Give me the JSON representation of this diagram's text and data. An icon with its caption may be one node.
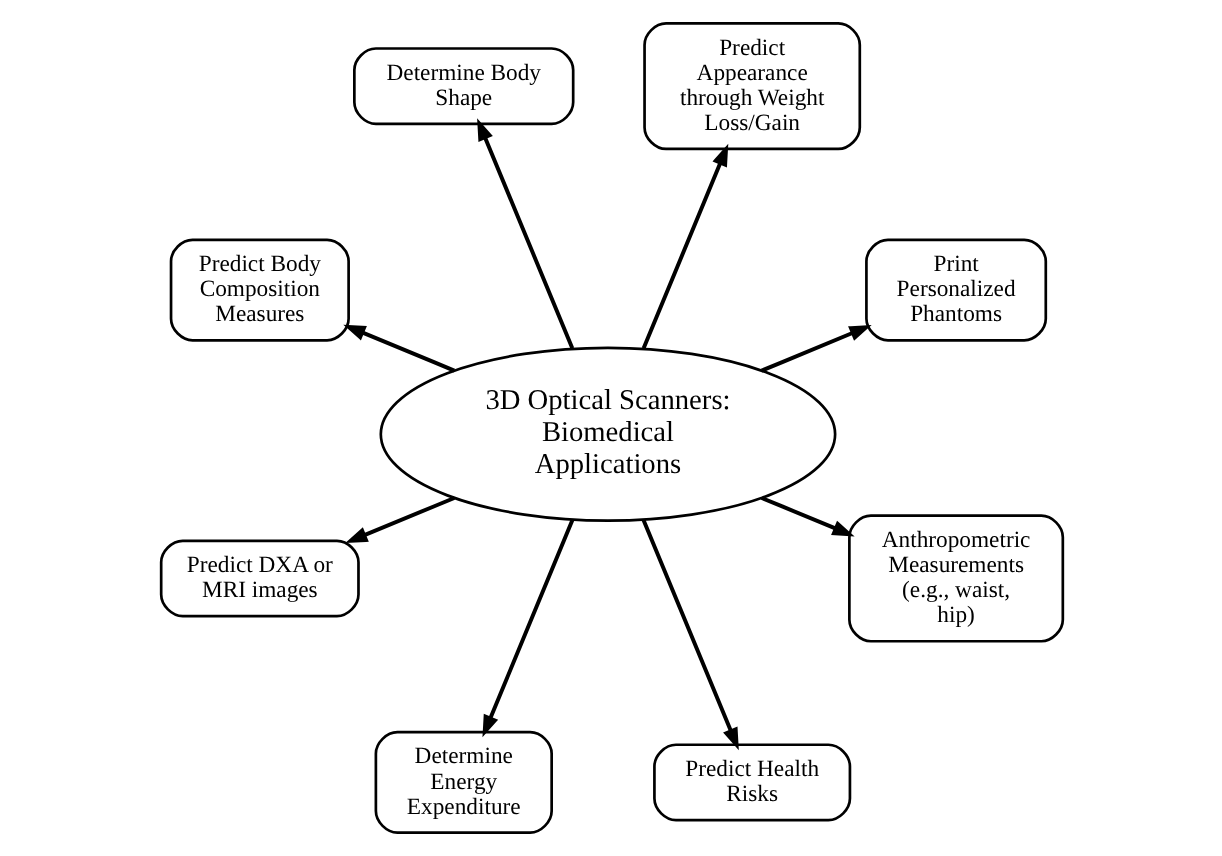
{
  "diagram": {
    "nodes": [
      {
        "text": [
          "3D Optical Scanners: Biomedical Applications"
        ]
      },
      {
        "text": [
          "Print Personalized Phantoms"
        ]
      },
      {
        "text": [
          "Predict Appearance through Weight Loss/Gain"
        ]
      },
      {
        "text": [
          "Determine Body Shape"
        ]
      },
      {
        "text": [
          "Predict Body Composition Measures"
        ]
      },
      {
        "text": [
          "Predict DXA or MRI images"
        ]
      },
      {
        "text": [
          "Determine Energy Expenditure"
        ]
      },
      {
        "text": [
          "Predict Health Risks"
        ]
      },
      {
        "text": [
          "Anthropometric Measurements (e.g., waist, hip)"
        ]
      }
    ],
    "edges": [
      {
        "from": 0,
        "to": 1,
        "arrow": "to"
      },
      {
        "from": 0,
        "to": 2,
        "arrow": "to"
      },
      {
        "from": 0,
        "to": 3,
        "arrow": "to"
      },
      {
        "from": 0,
        "to": 4,
        "arrow": "to"
      },
      {
        "from": 0,
        "to": 5,
        "arrow": "to"
      },
      {
        "from": 0,
        "to": 6,
        "arrow": "to"
      },
      {
        "from": 0,
        "to": 7,
        "arrow": "to"
      },
      {
        "from": 0,
        "to": 8,
        "arrow": "to"
      }
    ]
  }
}
